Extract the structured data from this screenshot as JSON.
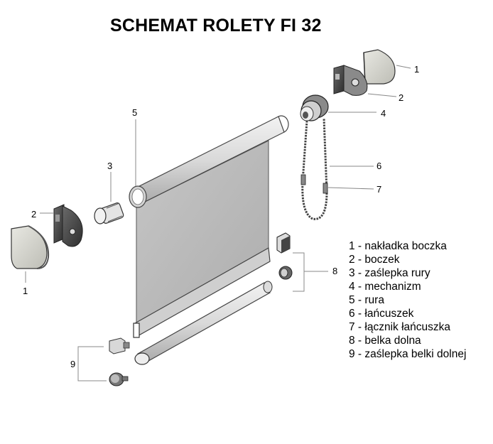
{
  "title": "SCHEMAT ROLETY FI 32",
  "legend": [
    "1 - nakładka boczka",
    "2 - boczek",
    "3 - zaślepka rury",
    "4 - mechanizm",
    "5 - rura",
    "6 - łańcuszek",
    "7 - łącznik łańcuszka",
    "8 - belka dolna",
    "9 - zaślepka belki dolnej"
  ],
  "callouts": {
    "n1_right": "1",
    "n2_right": "2",
    "n4": "4",
    "n6": "6",
    "n7": "7",
    "n5": "5",
    "n3": "3",
    "n2_left": "2",
    "n1_left": "1",
    "n8": "8",
    "n9": "9"
  }
}
